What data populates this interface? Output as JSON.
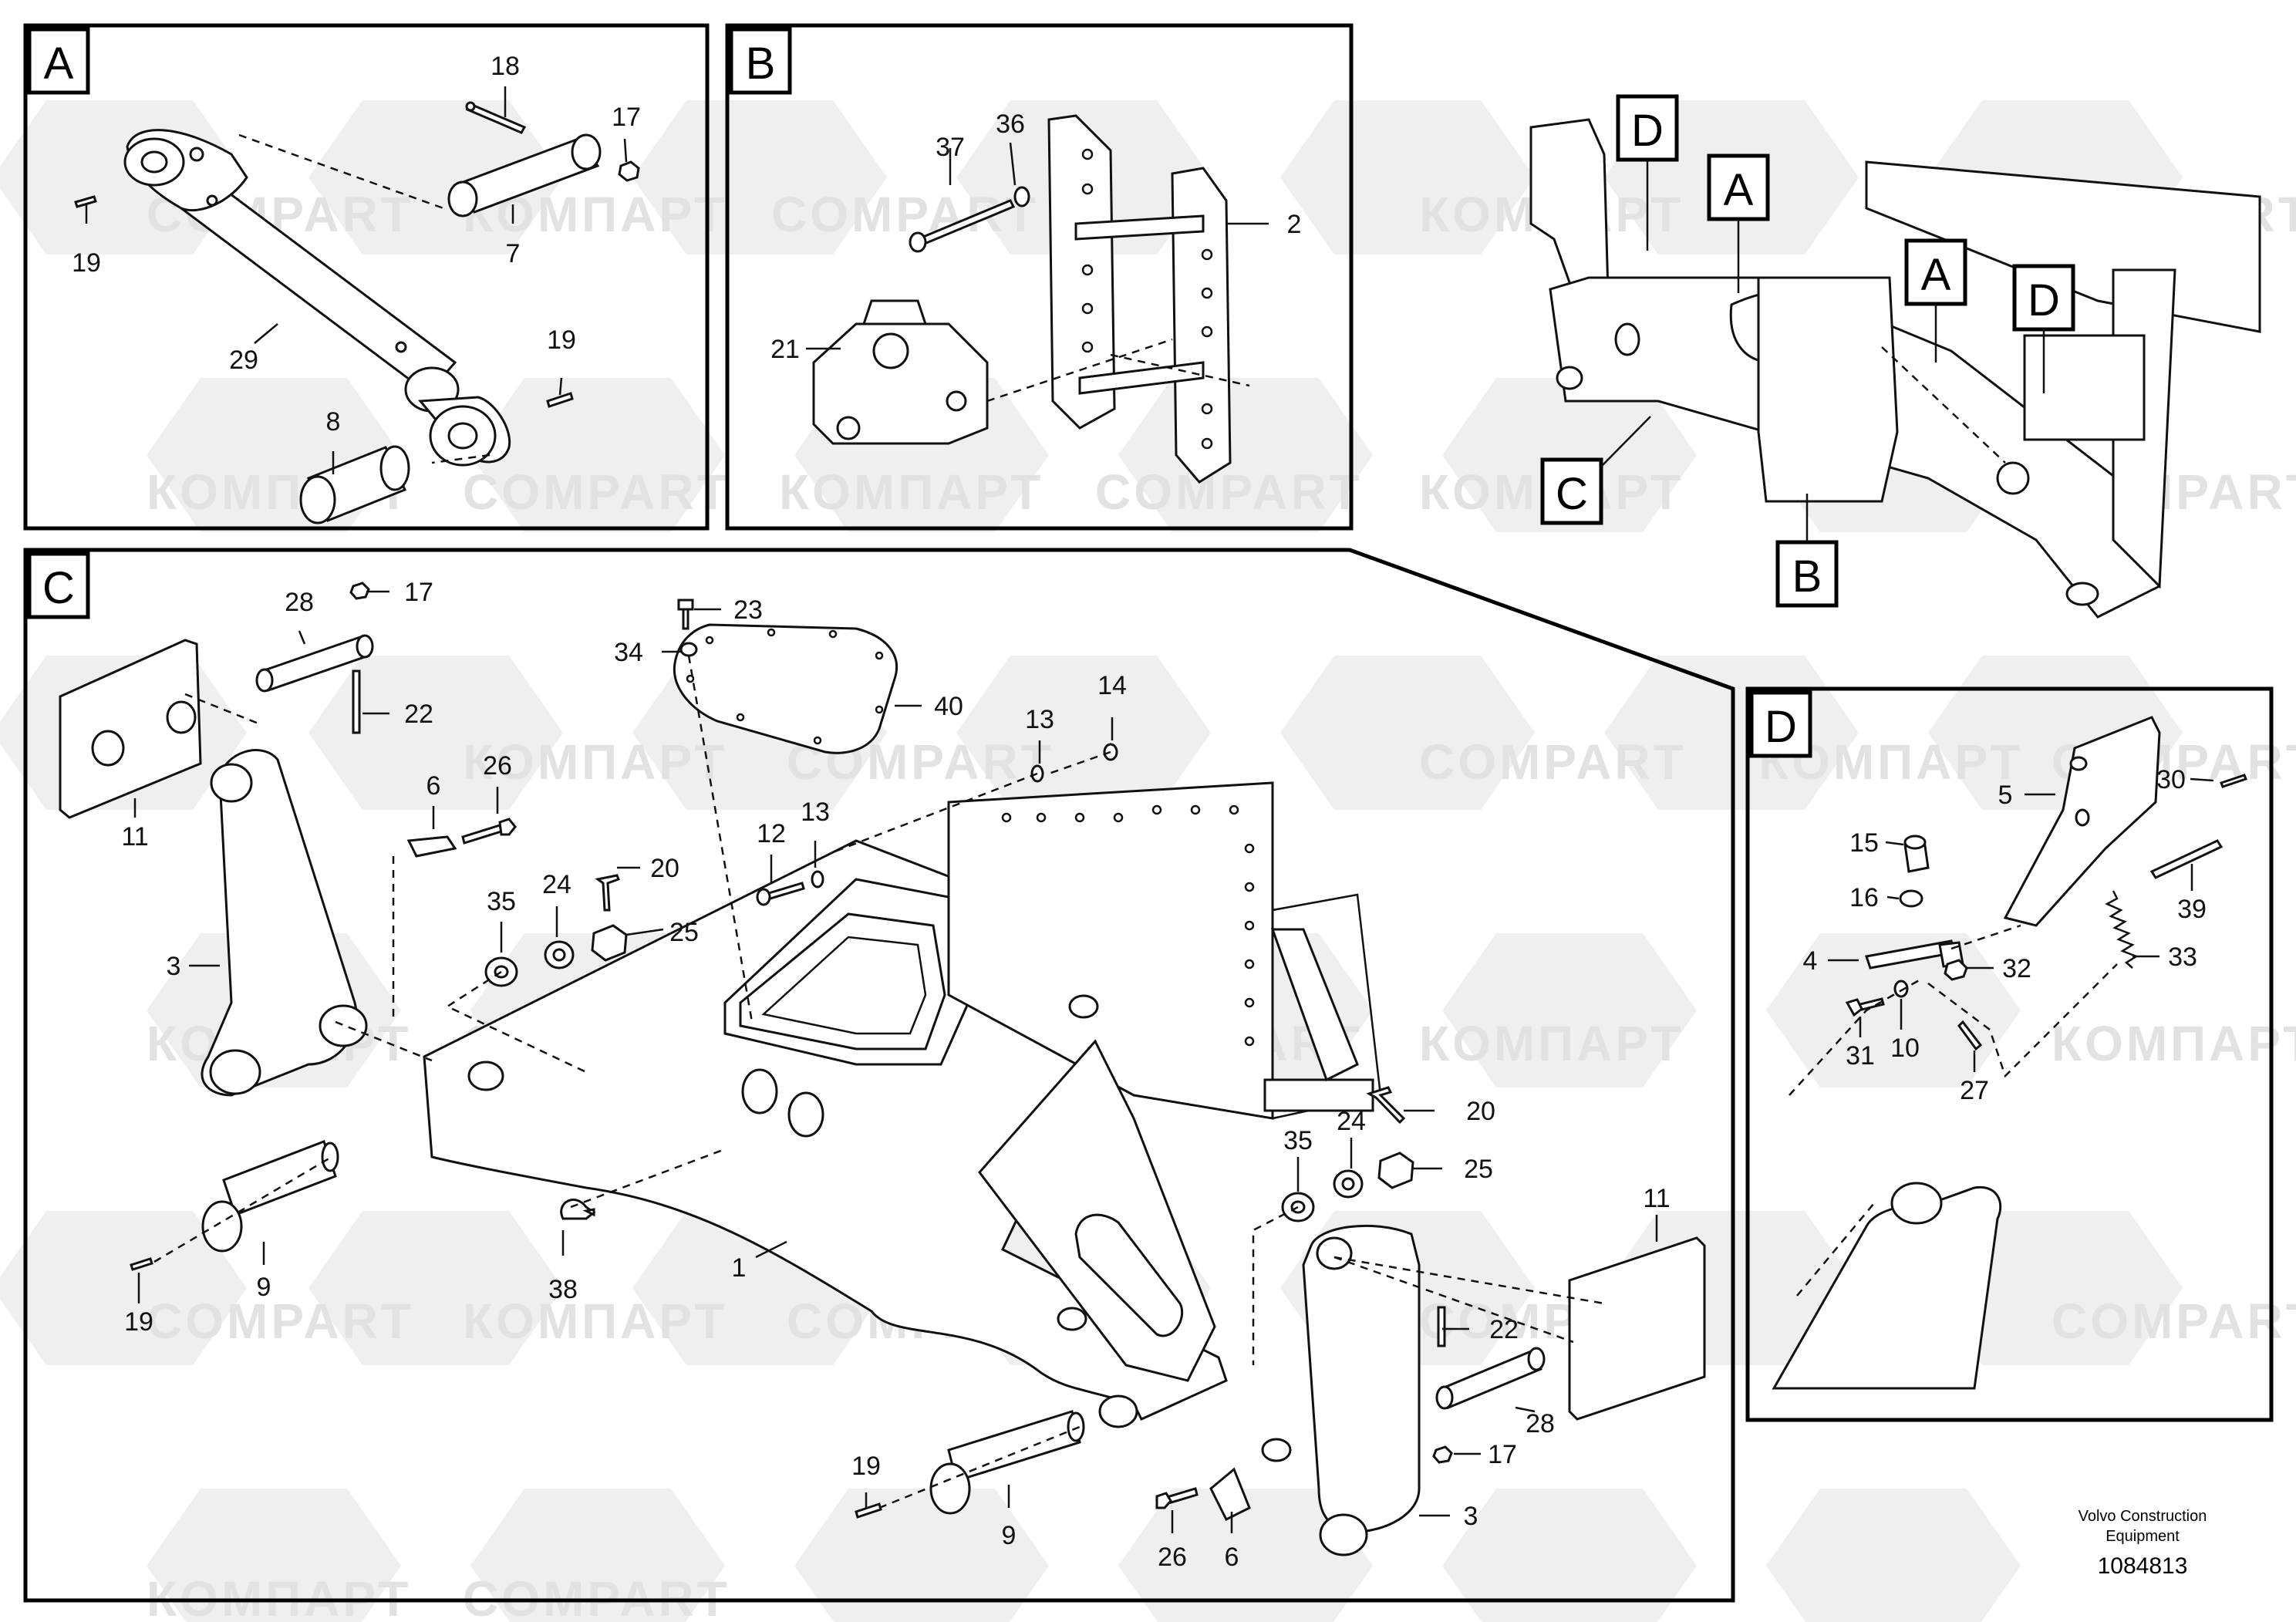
{
  "watermarks": {
    "latin": "COMPART",
    "cyrillic": "КОМПАРТ"
  },
  "panels": {
    "A": {
      "label": "A",
      "callouts": [
        "18",
        "17",
        "19",
        "7",
        "29",
        "19",
        "8"
      ]
    },
    "B": {
      "label": "B",
      "callouts": [
        "37",
        "36",
        "2",
        "21"
      ]
    },
    "overview": {
      "labels": [
        "D",
        "A",
        "A",
        "D",
        "C",
        "B"
      ]
    },
    "C": {
      "label": "C",
      "callouts": [
        "28",
        "17",
        "22",
        "11",
        "26",
        "6",
        "20",
        "35",
        "24",
        "25",
        "3",
        "23",
        "34",
        "40",
        "13",
        "14",
        "12",
        "13",
        "1",
        "9",
        "19",
        "38",
        "20",
        "35",
        "24",
        "25",
        "11",
        "22",
        "28",
        "17",
        "19",
        "9",
        "26",
        "6",
        "3"
      ]
    },
    "D": {
      "label": "D",
      "callouts": [
        "5",
        "30",
        "15",
        "16",
        "39",
        "4",
        "32",
        "33",
        "31",
        "10",
        "27"
      ]
    }
  },
  "footer": {
    "brand_line1": "Volvo Construction",
    "brand_line2": "Equipment",
    "drawing_number": "1084813"
  }
}
